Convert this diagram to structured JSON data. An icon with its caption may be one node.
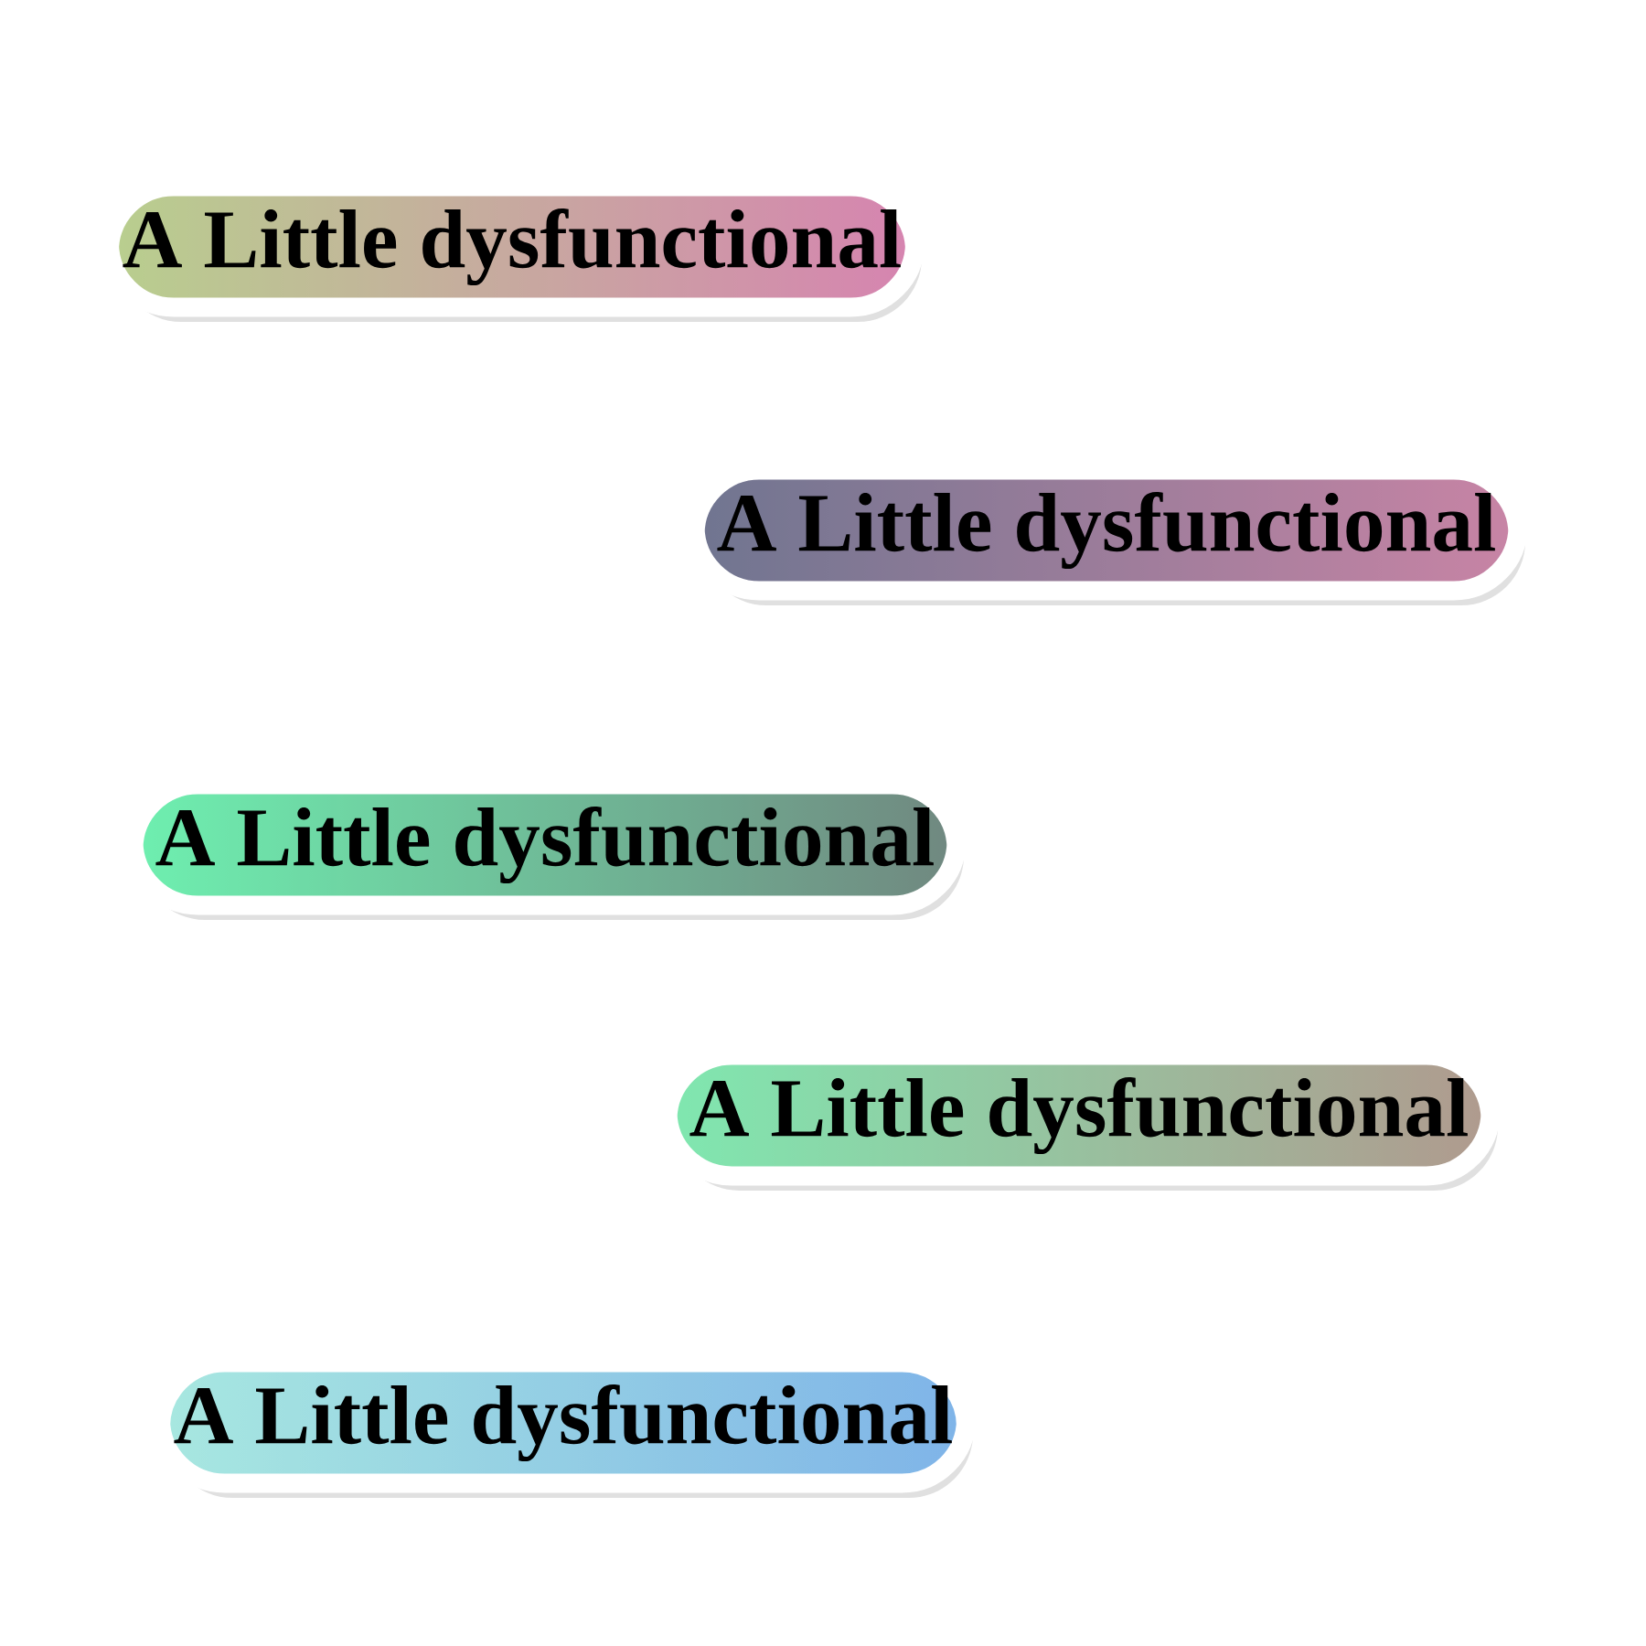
{
  "diagram": {
    "nodes": [
      {
        "text": [
          "A Little dysfunctional"
        ]
      },
      {
        "text": [
          "A Little dysfunctional"
        ]
      },
      {
        "text": [
          "A Little dysfunctional"
        ]
      },
      {
        "text": [
          "A Little dysfunctional"
        ]
      },
      {
        "text": [
          "A Little dysfunctional"
        ]
      }
    ]
  }
}
